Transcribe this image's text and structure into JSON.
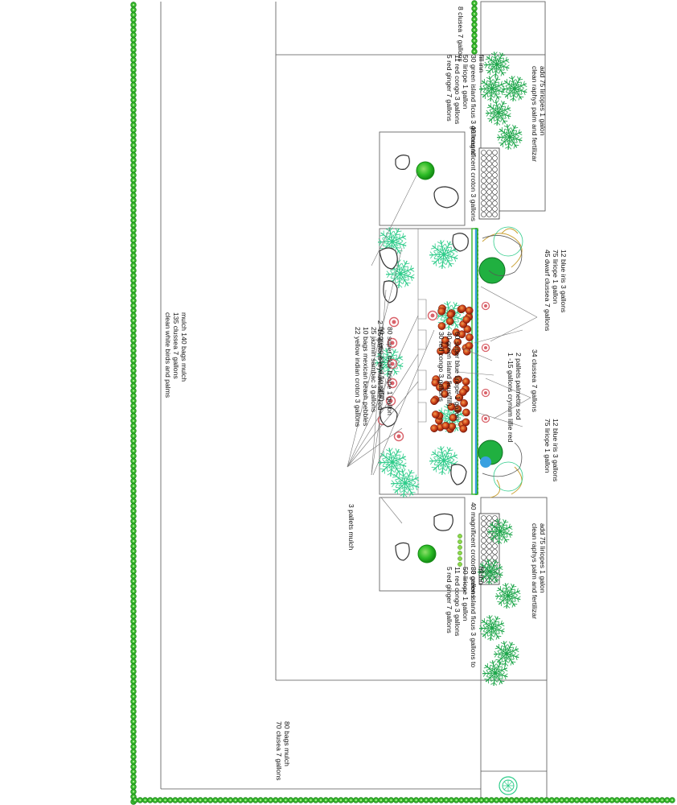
{
  "labels": {
    "west_bed": [
      "5 red ginger 7 gallons",
      "11 red congo 3 gallons",
      "50 liriope 1 gallon",
      "30 green island ficus 3 gallons to",
      "fill inn"
    ],
    "east_bed": [
      "5 red ginger 7 gallons",
      "11 red congo 3 gallons",
      "50 liriope 1 gallon",
      "30 green island ficus 3 gallons to",
      "fill inn"
    ],
    "clusea_top": "8 clusea 7 gallons",
    "croton_west": "40 magnificent croton 3 gallons",
    "croton_east": "40 magnificent croton 3 gallons",
    "palm_west": [
      "clean raphys palm and fertilizar",
      "add 75 liriopes 1 galon"
    ],
    "palm_east": [
      "clean raphys palm and fertilizar",
      "add 75 liriopes 1 galon"
    ],
    "dwarf": [
      "45 dwarf clussea 7 gallons",
      "75 liriope 1 gallon",
      "12 blue iris 3 gallons"
    ],
    "clussea_34": "34 clussea 7 gallons",
    "liriope_75": [
      "75 liriope 1 gallon",
      "12 blue iris 3 gallons"
    ],
    "crynum_red": [
      "1 -15 gallons crynum lillie red",
      "2 pallets palmetto sod"
    ],
    "red_congo": [
      "30 red congo 3 gallons",
      "40 green island ficus(fill)",
      "60 super blue liriope 1 gallon"
    ],
    "crynum_lillie": "2 -15 gallons crynum lillie red",
    "yellow_croton": [
      "22 yellow indian croton 3 gallons",
      "10 bags mexican beach pebbles",
      "25 jazmin sambac 3 gallons",
      "60 green island ficus(fill)",
      "80 super blue liriope 1 gallon"
    ],
    "pallets_mulch": "3 pallets mulch",
    "clean_birds": [
      "clean white birds and palms",
      "135 clussea 7 gallons",
      "mulch 140 bags mulch"
    ],
    "clusea_70": [
      "70 clusea 7 gallons",
      "80 bags mulch"
    ]
  },
  "colors": {
    "hedge": "#33b52a",
    "hedge_dark": "#1d7d1a",
    "palm": "#2ecc8a",
    "shrub": "#22c02a",
    "red_plant": "#c83a1e",
    "pink_plant": "#d9626a",
    "blue_line": "#38a0e0",
    "dwarf_green": "#20b040",
    "yellow": "#c9a032"
  },
  "icons": [
    "hedge-icon",
    "palm-icon",
    "shrub-icon",
    "rock-icon",
    "flower-icon",
    "paver-icon"
  ]
}
